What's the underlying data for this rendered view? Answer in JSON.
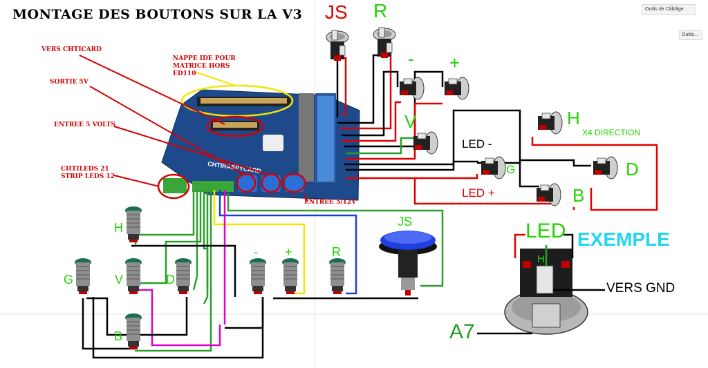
{
  "title": "MONTAGE DES BOUTONS SUR LA V3",
  "toolbar": {
    "cable_tools": "Outils de Câblâge",
    "tools": "Outils..."
  },
  "annotations": {
    "vers_chticard": "VERS CHTICARD",
    "nappe_line1": "NAPPE IDE POUR",
    "nappe_line2": "MATRICE HORS",
    "nappe_line3": "ED110",
    "sortie_5v": "SORTIE 5V",
    "entree_5v": "ENTREE 5 VOLTS",
    "chtileds_line1": "CHTILEDS 21",
    "chtileds_line2": "STRIP LEDS 12",
    "entree_512v": "ENTREE 5/12V"
  },
  "buttons_top": {
    "js": "JS",
    "r": "R",
    "minus": "-",
    "plus": "+",
    "v": "V",
    "h": "H",
    "led_minus": "LED -",
    "g": "G",
    "led_plus": "LED +",
    "d": "D",
    "b": "B",
    "x4_direction": "X4 DIRECTION"
  },
  "buttons_bottom": {
    "h": "H",
    "g": "G",
    "v": "V",
    "d": "D",
    "b": "B",
    "minus": "-",
    "plus": "+",
    "r": "R",
    "js": "JS"
  },
  "example": {
    "led": "LED",
    "title": "EXEMPLE",
    "h": "H",
    "vers_gnd": "VERS GND",
    "a7": "A7"
  },
  "board_text": "CHTIRASPYCARD",
  "colors": {
    "red_label": "#d40000",
    "green_label": "#1fd400",
    "cyan_label": "#22d7ee",
    "board_blue": "#1e4a8c",
    "wire_red": "#e00000",
    "wire_black": "#000000",
    "wire_green": "#1c9e1c",
    "wire_yellow": "#f2e600",
    "wire_blue": "#1a3fd0",
    "wire_magenta": "#e000c8"
  }
}
